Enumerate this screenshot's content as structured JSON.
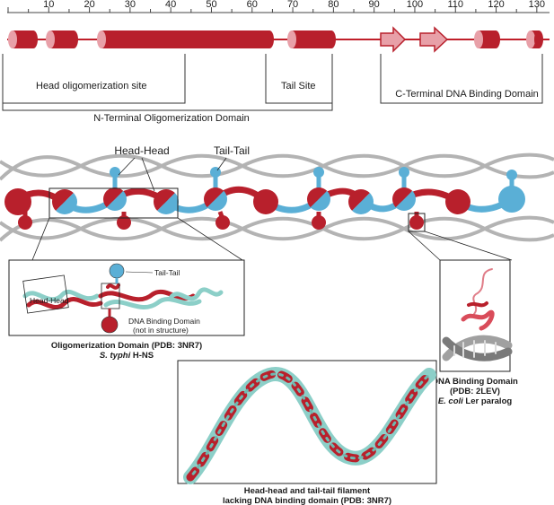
{
  "ruler": {
    "ticks": [
      "10",
      "20",
      "30",
      "40",
      "50",
      "60",
      "70",
      "80",
      "90",
      "100",
      "110",
      "120",
      "130"
    ]
  },
  "domains": {
    "head_oligomerization": "Head oligomerization site",
    "tail_site": "Tail Site",
    "n_terminal": "N-Terminal Oligomerization Domain",
    "c_terminal": "C-Terminal DNA Binding Domain"
  },
  "filament_labels": {
    "head_head": "Head-Head",
    "tail_tail": "Tail-Tail"
  },
  "oligo_panel": {
    "head_head": "Head-Head",
    "tail_tail": "Tail-Tail",
    "dbd_line1": "DNA Binding Domain",
    "dbd_line2": "(not in structure)",
    "caption_line1": "Oligomerization Domain (PDB: 3NR7)",
    "caption_italic": "S. typhi",
    "caption_rest": " H-NS"
  },
  "dbd_panel": {
    "caption_line1": "DNA Binding Domain",
    "caption_line2": "(PDB: 2LEV)",
    "caption_italic": "E. coli",
    "caption_rest": " Ler paralog"
  },
  "filament_panel": {
    "caption_line1": "Head-head and tail-tail filament",
    "caption_line2": "lacking DNA binding domain (PDB: 3NR7)"
  },
  "colors": {
    "red": "#b8202c",
    "light_red": "#e8a0a8",
    "blue": "#5aafd6",
    "teal": "#8ccfc8",
    "dna_grey": "#b0b0b0"
  }
}
